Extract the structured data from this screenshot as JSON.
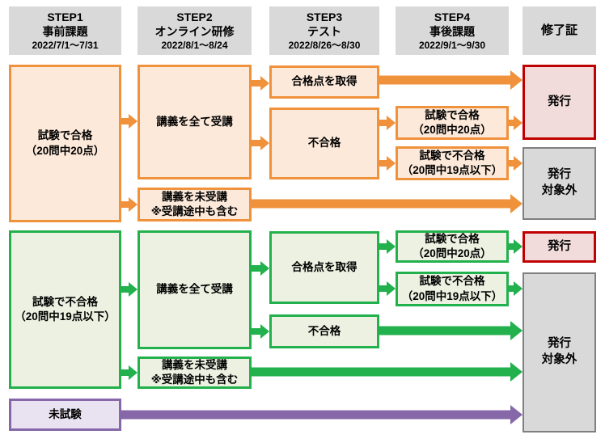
{
  "palette": {
    "orange": "#F0913C",
    "orangeFill": "#FCE9D9",
    "green": "#22B14C",
    "greenFill": "#ECF1E1",
    "red": "#C00000",
    "redFill": "#F2DCDB",
    "grayFill": "#D9D9D9",
    "grayBorder": "#7F7F7F",
    "purple": "#8667A8",
    "purpleFill": "#E9E2F0",
    "headerBg": "#D9D9D9",
    "text": "#000000"
  },
  "headers": [
    {
      "step": "STEP1",
      "title": "事前課題",
      "period": "2022/7/1～7/31"
    },
    {
      "step": "STEP2",
      "title": "オンライン研修",
      "period": "2022/8/1～8/24"
    },
    {
      "step": "STEP3",
      "title": "テスト",
      "period": "2022/8/26～8/30"
    },
    {
      "step": "STEP4",
      "title": "事後課題",
      "period": "2022/9/1～9/30"
    }
  ],
  "certificate_header": {
    "label": "修了証"
  },
  "orange_flow": {
    "step1_pass": "試験で合格\n（20問中20点）",
    "attended_all": "講義を全て受講",
    "not_attended": "講義を未受講\n※受講途中も含む",
    "passing_score": "合格点を取得",
    "fail": "不合格",
    "retest_pass": "試験で合格\n（20問中20点）",
    "retest_fail": "試験で不合格\n（20問中19点以下）",
    "issued": "発行",
    "not_issued": "発行\n対象外"
  },
  "green_flow": {
    "step1_fail": "試験で不合格\n（20問中19点以下）",
    "attended_all": "講義を全て受講",
    "not_attended": "講義を未受講\n※受講途中も含む",
    "passing_score": "合格点を取得",
    "fail": "不合格",
    "retest_pass": "試験で合格\n（20問中20点）",
    "retest_fail": "試験で不合格\n（20問中19点以下）",
    "issued": "発行",
    "not_issued": "発行\n対象外"
  },
  "purple_flow": {
    "untested": "未試験"
  }
}
